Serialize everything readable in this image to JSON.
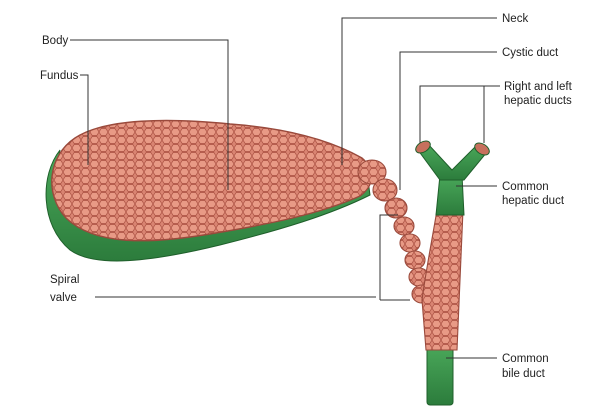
{
  "labels": {
    "body": "Body",
    "fundus": "Fundus",
    "neck": "Neck",
    "cystic_duct": "Cystic duct",
    "right_left_hepatic_1": "Right and left",
    "right_left_hepatic_2": "hepatic ducts",
    "common_hepatic_1": "Common",
    "common_hepatic_2": "hepatic duct",
    "spiral_valve_1": "Spiral",
    "spiral_valve_2": "valve",
    "common_bile_1": "Common",
    "common_bile_2": "bile duct"
  },
  "colors": {
    "mucosa": "#d9836f",
    "mucosa_dark": "#b65a4a",
    "wall_green": "#3f9a4f",
    "wall_green_dark": "#2a7a3a",
    "leader": "#333333"
  }
}
